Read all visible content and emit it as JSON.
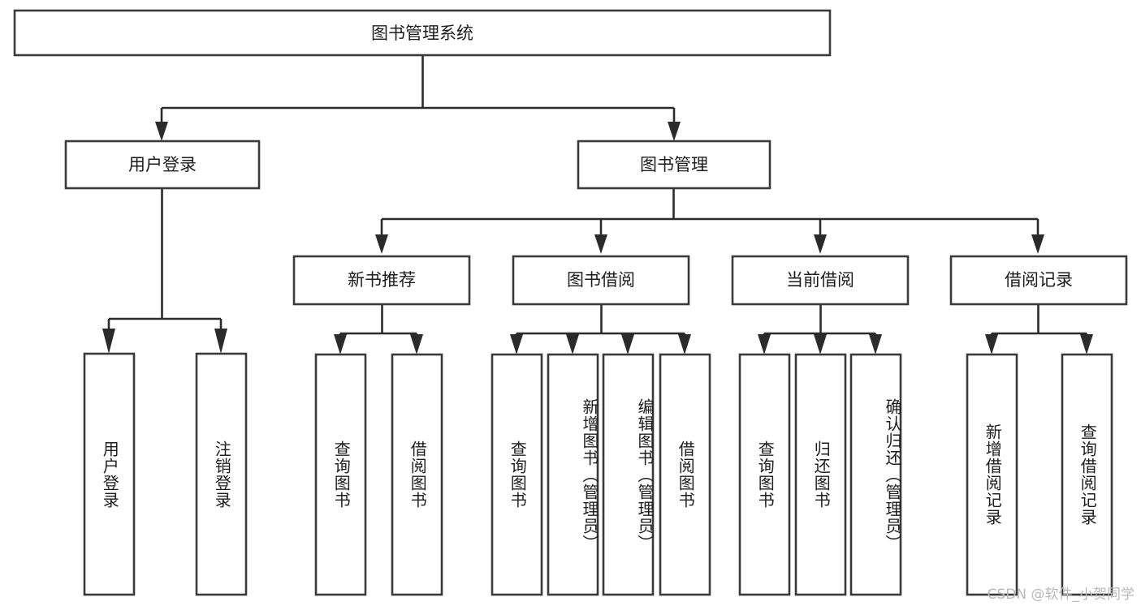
{
  "diagram": {
    "title": "图书管理系统",
    "type": "tree",
    "watermark": "CSDN @软件_小贺同学",
    "root": {
      "id": "root",
      "label": "图书管理系统"
    },
    "level2": [
      {
        "id": "user-login",
        "label": "用户登录"
      },
      {
        "id": "book-manage",
        "label": "图书管理"
      }
    ],
    "level3": [
      {
        "id": "new-book-rec",
        "label": "新书推荐",
        "parent": "book-manage"
      },
      {
        "id": "book-borrow",
        "label": "图书借阅",
        "parent": "book-manage"
      },
      {
        "id": "current-borrow",
        "label": "当前借阅",
        "parent": "book-manage"
      },
      {
        "id": "borrow-record",
        "label": "借阅记录",
        "parent": "book-manage"
      }
    ],
    "leaves": [
      {
        "id": "leaf-user-login",
        "label": "用户登录",
        "parent": "user-login"
      },
      {
        "id": "leaf-logout",
        "label": "注销登录",
        "parent": "user-login"
      },
      {
        "id": "leaf-query-book-1",
        "label": "查询图书",
        "parent": "new-book-rec"
      },
      {
        "id": "leaf-borrow-book-1",
        "label": "借阅图书",
        "parent": "new-book-rec"
      },
      {
        "id": "leaf-query-book-2",
        "label": "查询图书",
        "parent": "book-borrow"
      },
      {
        "id": "leaf-add-book",
        "label": "新增图书（管理员）",
        "parent": "book-borrow"
      },
      {
        "id": "leaf-edit-book",
        "label": "编辑图书（管理员）",
        "parent": "book-borrow"
      },
      {
        "id": "leaf-borrow-book-2",
        "label": "借阅图书",
        "parent": "book-borrow"
      },
      {
        "id": "leaf-query-book-3",
        "label": "查询图书",
        "parent": "current-borrow"
      },
      {
        "id": "leaf-return-book",
        "label": "归还图书",
        "parent": "current-borrow"
      },
      {
        "id": "leaf-confirm-return",
        "label": "确认归还（管理员）",
        "parent": "current-borrow"
      },
      {
        "id": "leaf-add-record",
        "label": "新增借阅记录",
        "parent": "borrow-record"
      },
      {
        "id": "leaf-query-record",
        "label": "查询借阅记录",
        "parent": "borrow-record"
      }
    ],
    "colors": {
      "box_border": "#3a3a3a",
      "connector": "#2b2b2b",
      "background": "#ffffff",
      "text": "#1d1d1d",
      "watermark": "#b9b9b9"
    }
  }
}
